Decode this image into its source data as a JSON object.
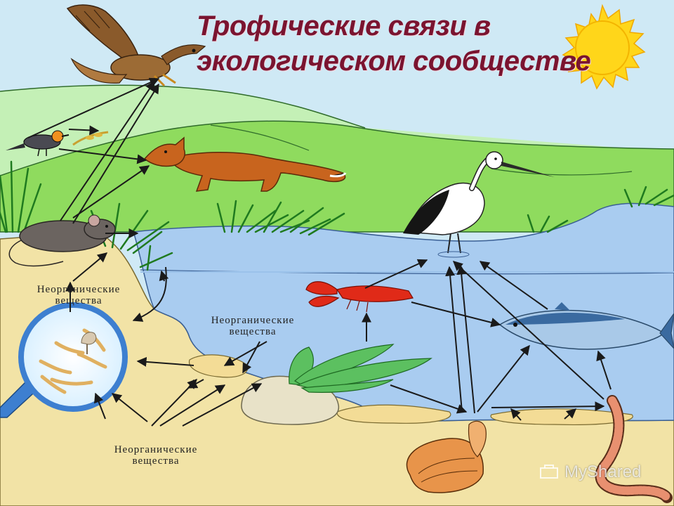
{
  "title": "Трофические связи в\nэкологическом сообществе",
  "labels": {
    "inorganic_left": "Неорганические\nвещества",
    "inorganic_middle": "Неорганические\nвещества",
    "inorganic_bottom": "Неорганические\nвещества"
  },
  "watermark": "MyShared",
  "colors": {
    "sky": "#cfe9f5",
    "far_hill": "#bff0b0",
    "meadow": "#8fdb5e",
    "water": "#a9ccf0",
    "soil": "#f2e3a6",
    "sun": "#ffd61a",
    "title": "#7a1430",
    "arrow": "#1a1a1a"
  },
  "icons": [
    "hawk-icon",
    "songbird-icon",
    "fox-icon",
    "mouse-icon",
    "stork-icon",
    "crayfish-icon",
    "fish-icon",
    "seaweed-icon",
    "clam-icon",
    "worm-icon",
    "magnifier-icon",
    "sun-icon",
    "grass-icon",
    "rock-icon"
  ]
}
